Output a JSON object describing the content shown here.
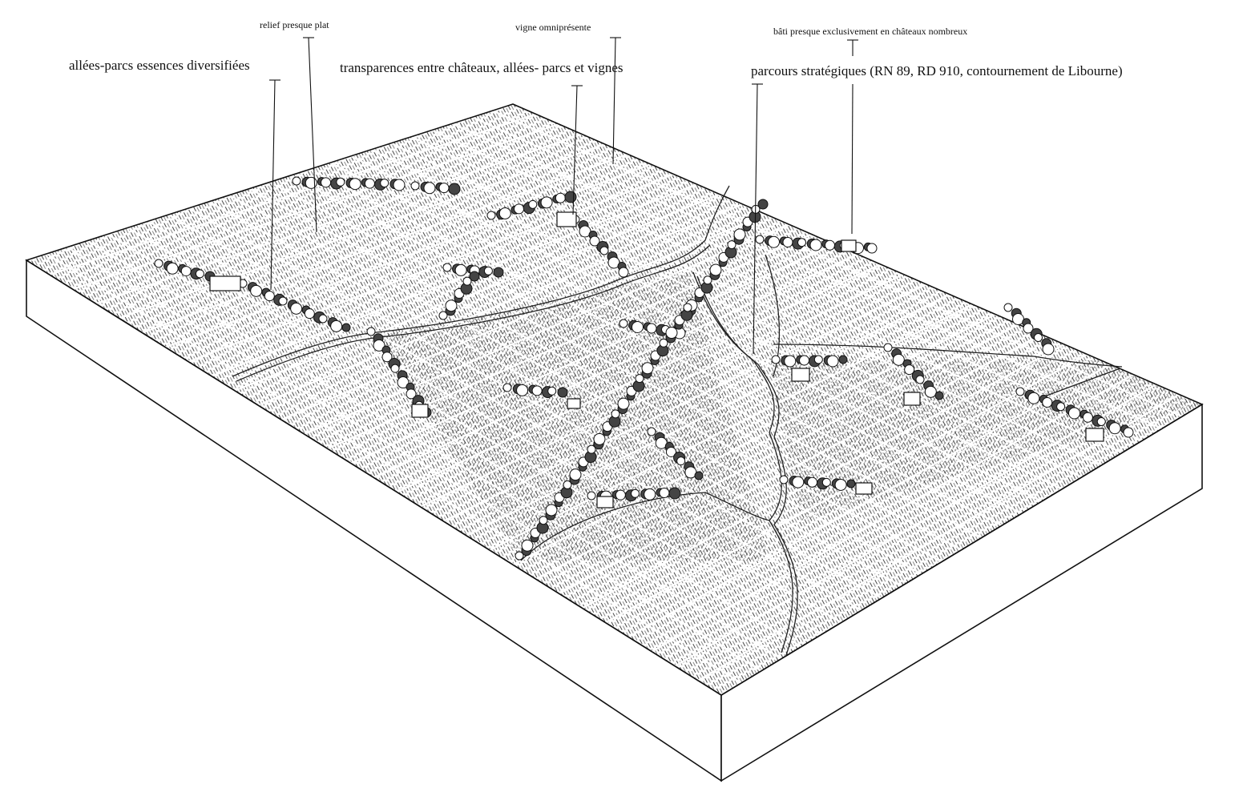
{
  "annotations": {
    "relief": "relief presque plat",
    "vigne": "vigne omniprésente",
    "bati": "bâti presque exclusivement en châteaux nombreux",
    "allees": "allées-parcs essences diversifiées",
    "transparences": "transparences entre châteaux, allées- parcs et vignes",
    "parcours": "parcours stratégiques (RN 89, RD 910, contournement de Libourne)"
  }
}
